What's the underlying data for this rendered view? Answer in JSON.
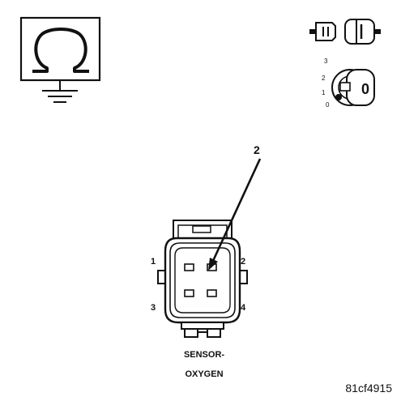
{
  "ohmmeter": {
    "symbol": "Ω",
    "ground": "ground-symbol"
  },
  "ignition": {
    "positions": [
      "3",
      "2",
      "1",
      "0"
    ],
    "key_label": "0"
  },
  "connector": {
    "callout": "2",
    "pins": [
      "1",
      "2",
      "3",
      "4"
    ],
    "name_line1": "SENSOR-",
    "name_line2": "OXYGEN"
  },
  "figure_id": "81cf4915",
  "colors": {
    "ink": "#111111",
    "background": "#ffffff"
  }
}
